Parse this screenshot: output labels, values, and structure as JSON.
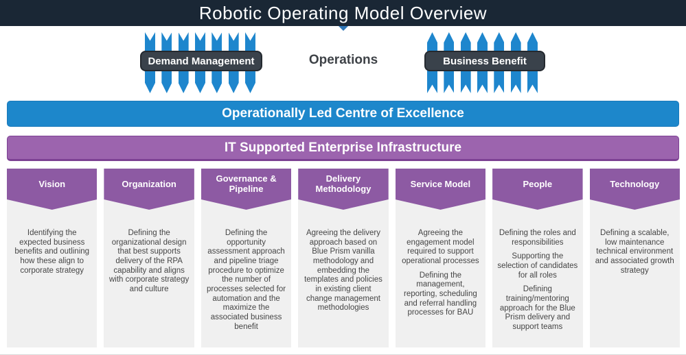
{
  "title": "Robotic Operating Model Overview",
  "flow": {
    "left_label": "Demand Management",
    "center_label": "Operations",
    "right_label": "Business Benefit",
    "arrows_per_group": 7
  },
  "banners": [
    {
      "label": "Operationally Led Centre of Excellence"
    },
    {
      "label": "IT Supported Enterprise Infrastructure"
    }
  ],
  "columns": [
    {
      "header": "Vision",
      "paragraphs": [
        "Identifying the expected business benefits and outlining how these align to corporate strategy"
      ]
    },
    {
      "header": "Organization",
      "paragraphs": [
        "Defining the organizational design that best supports delivery of the RPA capability and aligns with corporate strategy and culture"
      ]
    },
    {
      "header": "Governance & Pipeline",
      "paragraphs": [
        "Defining the opportunity assessment approach and pipeline triage procedure to optimize the number of processes selected for automation and the maximize the associated business benefit"
      ]
    },
    {
      "header": "Delivery Methodology",
      "paragraphs": [
        "Agreeing the delivery approach based on Blue Prism vanilla methodology and embedding the templates and policies in existing client change management methodologies"
      ]
    },
    {
      "header": "Service Model",
      "paragraphs": [
        "Agreeing the engagement model required to support operational processes",
        "Defining the management, reporting, scheduling and referral handling processes for BAU"
      ]
    },
    {
      "header": "People",
      "paragraphs": [
        "Defining the roles and responsibilities",
        "Supporting the selection of candidates for all roles",
        "Defining training/mentoring approach for the Blue Prism delivery and support teams"
      ]
    },
    {
      "header": "Technology",
      "paragraphs": [
        "Defining a scalable, low maintenance technical environment and associated growth strategy"
      ]
    }
  ],
  "colors": {
    "titlebar_bg": "#1a2735",
    "arrow_blue": "#1e86cd",
    "label_bg": "#3a424b",
    "label_border": "#24292f",
    "banner_blue": "#1d87cb",
    "banner_purple": "#9c64ae",
    "banner_purple_border": "#7c4093",
    "pillar_purple": "#8d5aa3",
    "pillar_body_bg": "#f0f0f0",
    "body_text": "#454545"
  }
}
